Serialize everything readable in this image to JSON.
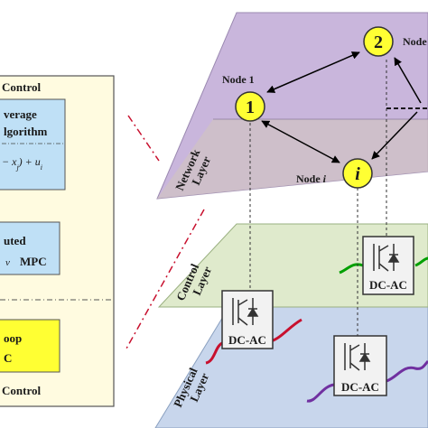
{
  "left_panel": {
    "top_label": "Control",
    "bottom_label": "Control",
    "box1": {
      "line1": "verage",
      "line2": "lgorithm",
      "formula": "− x",
      "formula_tail": ") + u",
      "formula_sub": "i"
    },
    "box2": {
      "line1": "uted",
      "line2": "MPC"
    },
    "box3": {
      "line1": "oop",
      "line2": "C"
    }
  },
  "layers": {
    "network": {
      "line1": "Network",
      "line2": "Layer"
    },
    "control": {
      "line1": "Control",
      "line2": "Layer"
    },
    "physical": {
      "line1": "Physical",
      "line2": "Layer"
    }
  },
  "nodes": {
    "node1": {
      "number": "1",
      "label": "Node 1"
    },
    "node2": {
      "number": "2",
      "label": "Node"
    },
    "nodei": {
      "number": "i",
      "label_prefix": "Node ",
      "label_italic": "i"
    }
  },
  "converters": {
    "control_layer": "DC-AC",
    "physical_left": "DC-AC",
    "physical_right": "DC-AC"
  },
  "colors": {
    "network_plane": "#c9b6dc",
    "control_plane": "#dfeacc",
    "physical_plane": "#c8d6ec",
    "left_panel": "#fffbe0",
    "box1": "#bfe0f6",
    "box2": "#bfe0f6",
    "box3": "#ffff33",
    "node_fill": "#ffff33",
    "red_line": "#c8102e",
    "green_line": "#00a000",
    "purple_line": "#7030a0"
  }
}
